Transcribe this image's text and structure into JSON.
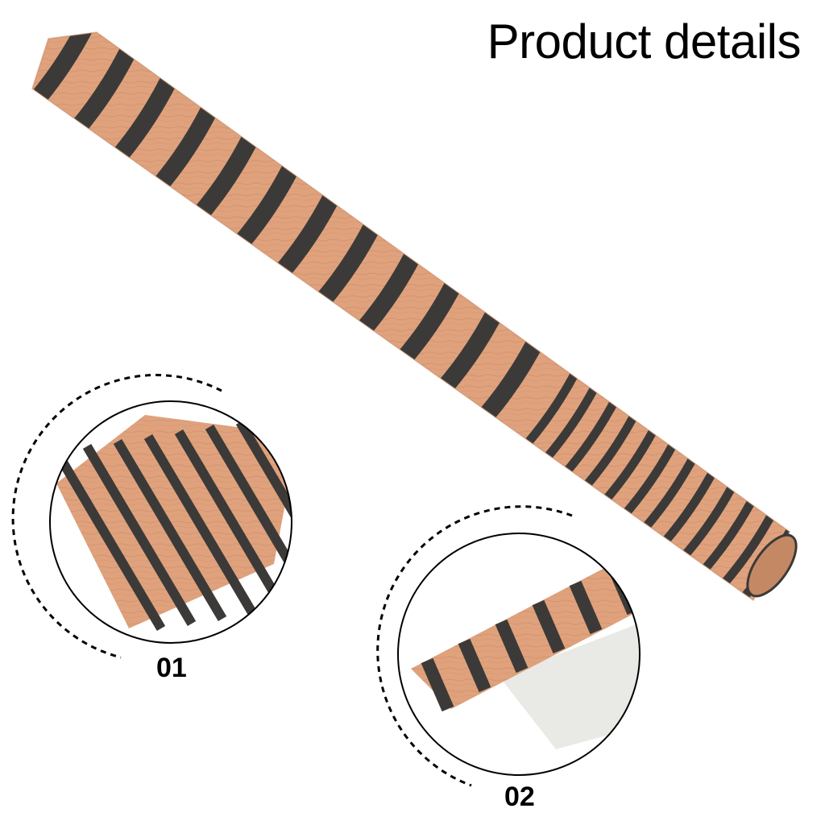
{
  "title": "Product details",
  "colors": {
    "background": "#ffffff",
    "wood": "#dfa27d",
    "wood_light": "#e8b290",
    "stripe": "#3c3a38",
    "backing": "#e9e9e6",
    "text": "#000000"
  },
  "details": [
    {
      "label": "01"
    },
    {
      "label": "02"
    }
  ]
}
